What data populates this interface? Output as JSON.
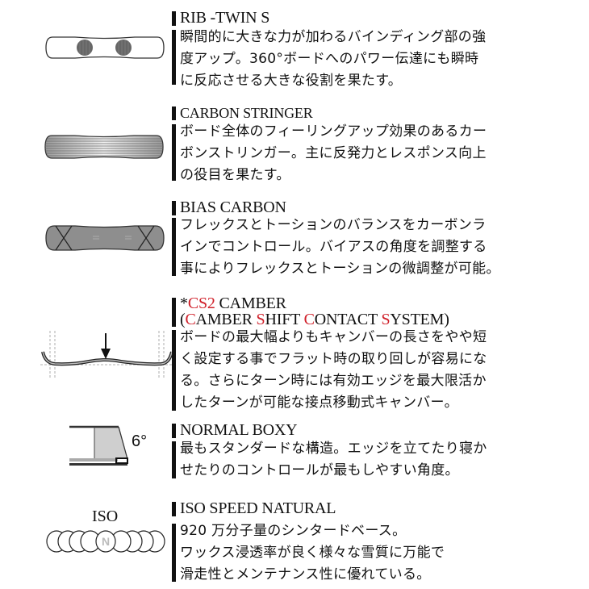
{
  "sections": [
    {
      "id": "rib-twin-s",
      "title": "RIB -TWIN S",
      "illustration": "snowboard-with-two-dots-icon",
      "lines": [
        "瞬間的に大きな力が加わるバインディング部の強",
        "度アップ。360°ボードへのパワー伝達にも瞬時",
        "に反応させる大きな役割を果たす。"
      ]
    },
    {
      "id": "carbon-stringer",
      "title": "CARBON STRINGER",
      "illustration": "snowboard-striped-icon",
      "lines": [
        "ボード全体のフィーリングアップ効果のあるカー",
        "ボンストリンガー。主に反発力とレスポンス向上",
        "の役目を果たす。"
      ]
    },
    {
      "id": "bias-carbon",
      "title": "BIAS CARBON",
      "illustration": "snowboard-cross-icon",
      "lines": [
        "フレックスとトーションのバランスをカーボンラ",
        "インでコントロール。バイアスの角度を調整する",
        "事によりフレックスとトーションの微調整が可能。"
      ]
    },
    {
      "id": "cs2-camber",
      "title_parts": [
        {
          "text": "*",
          "color": "#111111"
        },
        {
          "text": "CS2",
          "color": "#d0202a"
        },
        {
          "text": " CAMBER",
          "color": "#111111"
        }
      ],
      "subtitle_parts": [
        {
          "text": "(",
          "color": "#111111"
        },
        {
          "text": "C",
          "color": "#d0202a"
        },
        {
          "text": "AMBER ",
          "color": "#111111"
        },
        {
          "text": "S",
          "color": "#d0202a"
        },
        {
          "text": "HIFT ",
          "color": "#111111"
        },
        {
          "text": "C",
          "color": "#d0202a"
        },
        {
          "text": "ONTACT ",
          "color": "#111111"
        },
        {
          "text": "S",
          "color": "#d0202a"
        },
        {
          "text": "YSTEM)",
          "color": "#111111"
        }
      ],
      "illustration": "camber-profile-arrow-icon",
      "lines": [
        "ボードの最大幅よりもキャンバーの長さをやや短",
        "く設定する事でフラット時の取り回しが容易にな",
        "る。さらにターン時には有効エッジを最大限活か",
        "したターンが可能な接点移動式キャンバー。"
      ]
    },
    {
      "id": "normal-boxy",
      "title": "NORMAL BOXY",
      "illustration": "sidewall-angle-icon",
      "angle_label": "6°",
      "lines": [
        "最もスタンダードな構造。エッジを立てたり寝か",
        "せたりのコントロールが最もしやすい角度。"
      ]
    },
    {
      "id": "iso-speed-natural",
      "title": "ISO SPEED NATURAL",
      "illustration": "iso-circles-icon",
      "iso_label": "ISO",
      "iso_center_letter": "N",
      "lines": [
        "920 万分子量のシンタードベース。",
        "ワックス浸透率が良く様々な雪質に万能で",
        "滑走性とメンテナンス性に優れている。"
      ]
    }
  ],
  "colors": {
    "text": "#111111",
    "accent_red": "#d0202a",
    "board_gray": "#8c8c8c",
    "dot_gray": "#666666"
  }
}
